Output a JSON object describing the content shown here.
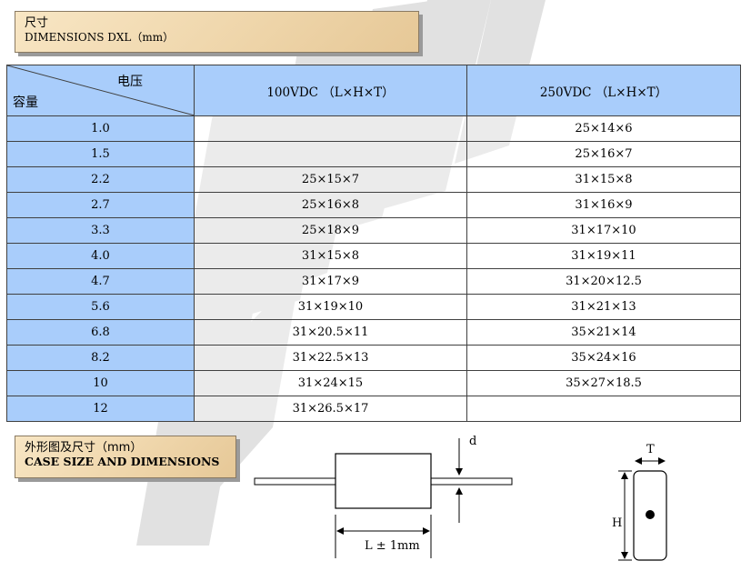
{
  "header": {
    "title_zh": "尺寸",
    "title_en": "DIMENSIONS DXL（mm）"
  },
  "table": {
    "corner_top": "电压",
    "corner_bottom": "容量",
    "columns": [
      "100VDC （L×H×T）",
      "250VDC （L×H×T）"
    ],
    "rows": [
      {
        "cap": "1.0",
        "v100": "",
        "v250": "25×14×6"
      },
      {
        "cap": "1.5",
        "v100": "",
        "v250": "25×16×7"
      },
      {
        "cap": "2.2",
        "v100": "25×15×7",
        "v250": "31×15×8"
      },
      {
        "cap": "2.7",
        "v100": "25×16×8",
        "v250": "31×16×9"
      },
      {
        "cap": "3.3",
        "v100": "25×18×9",
        "v250": "31×17×10"
      },
      {
        "cap": "4.0",
        "v100": "31×15×8",
        "v250": "31×19×11"
      },
      {
        "cap": "4.7",
        "v100": "31×17×9",
        "v250": "31×20×12.5"
      },
      {
        "cap": "5.6",
        "v100": "31×19×10",
        "v250": "31×21×13"
      },
      {
        "cap": "6.8",
        "v100": "31×20.5×11",
        "v250": "35×21×14"
      },
      {
        "cap": "8.2",
        "v100": "31×22.5×13",
        "v250": "35×24×16"
      },
      {
        "cap": "10",
        "v100": "31×24×15",
        "v250": "35×27×18.5"
      },
      {
        "cap": "12",
        "v100": "31×26.5×17",
        "v250": ""
      }
    ]
  },
  "case": {
    "title_zh": "外形图及尺寸（mm）",
    "title_en": "CASE SIZE AND DIMENSIONS"
  },
  "drawing": {
    "label_d": "d",
    "label_L": "L ± 1mm",
    "label_T": "T",
    "label_H": "H"
  },
  "colors": {
    "header_blue": "#a9cdfb",
    "label_tan": "#f0d8ae",
    "watermark_gray": "#d9d9d9"
  }
}
